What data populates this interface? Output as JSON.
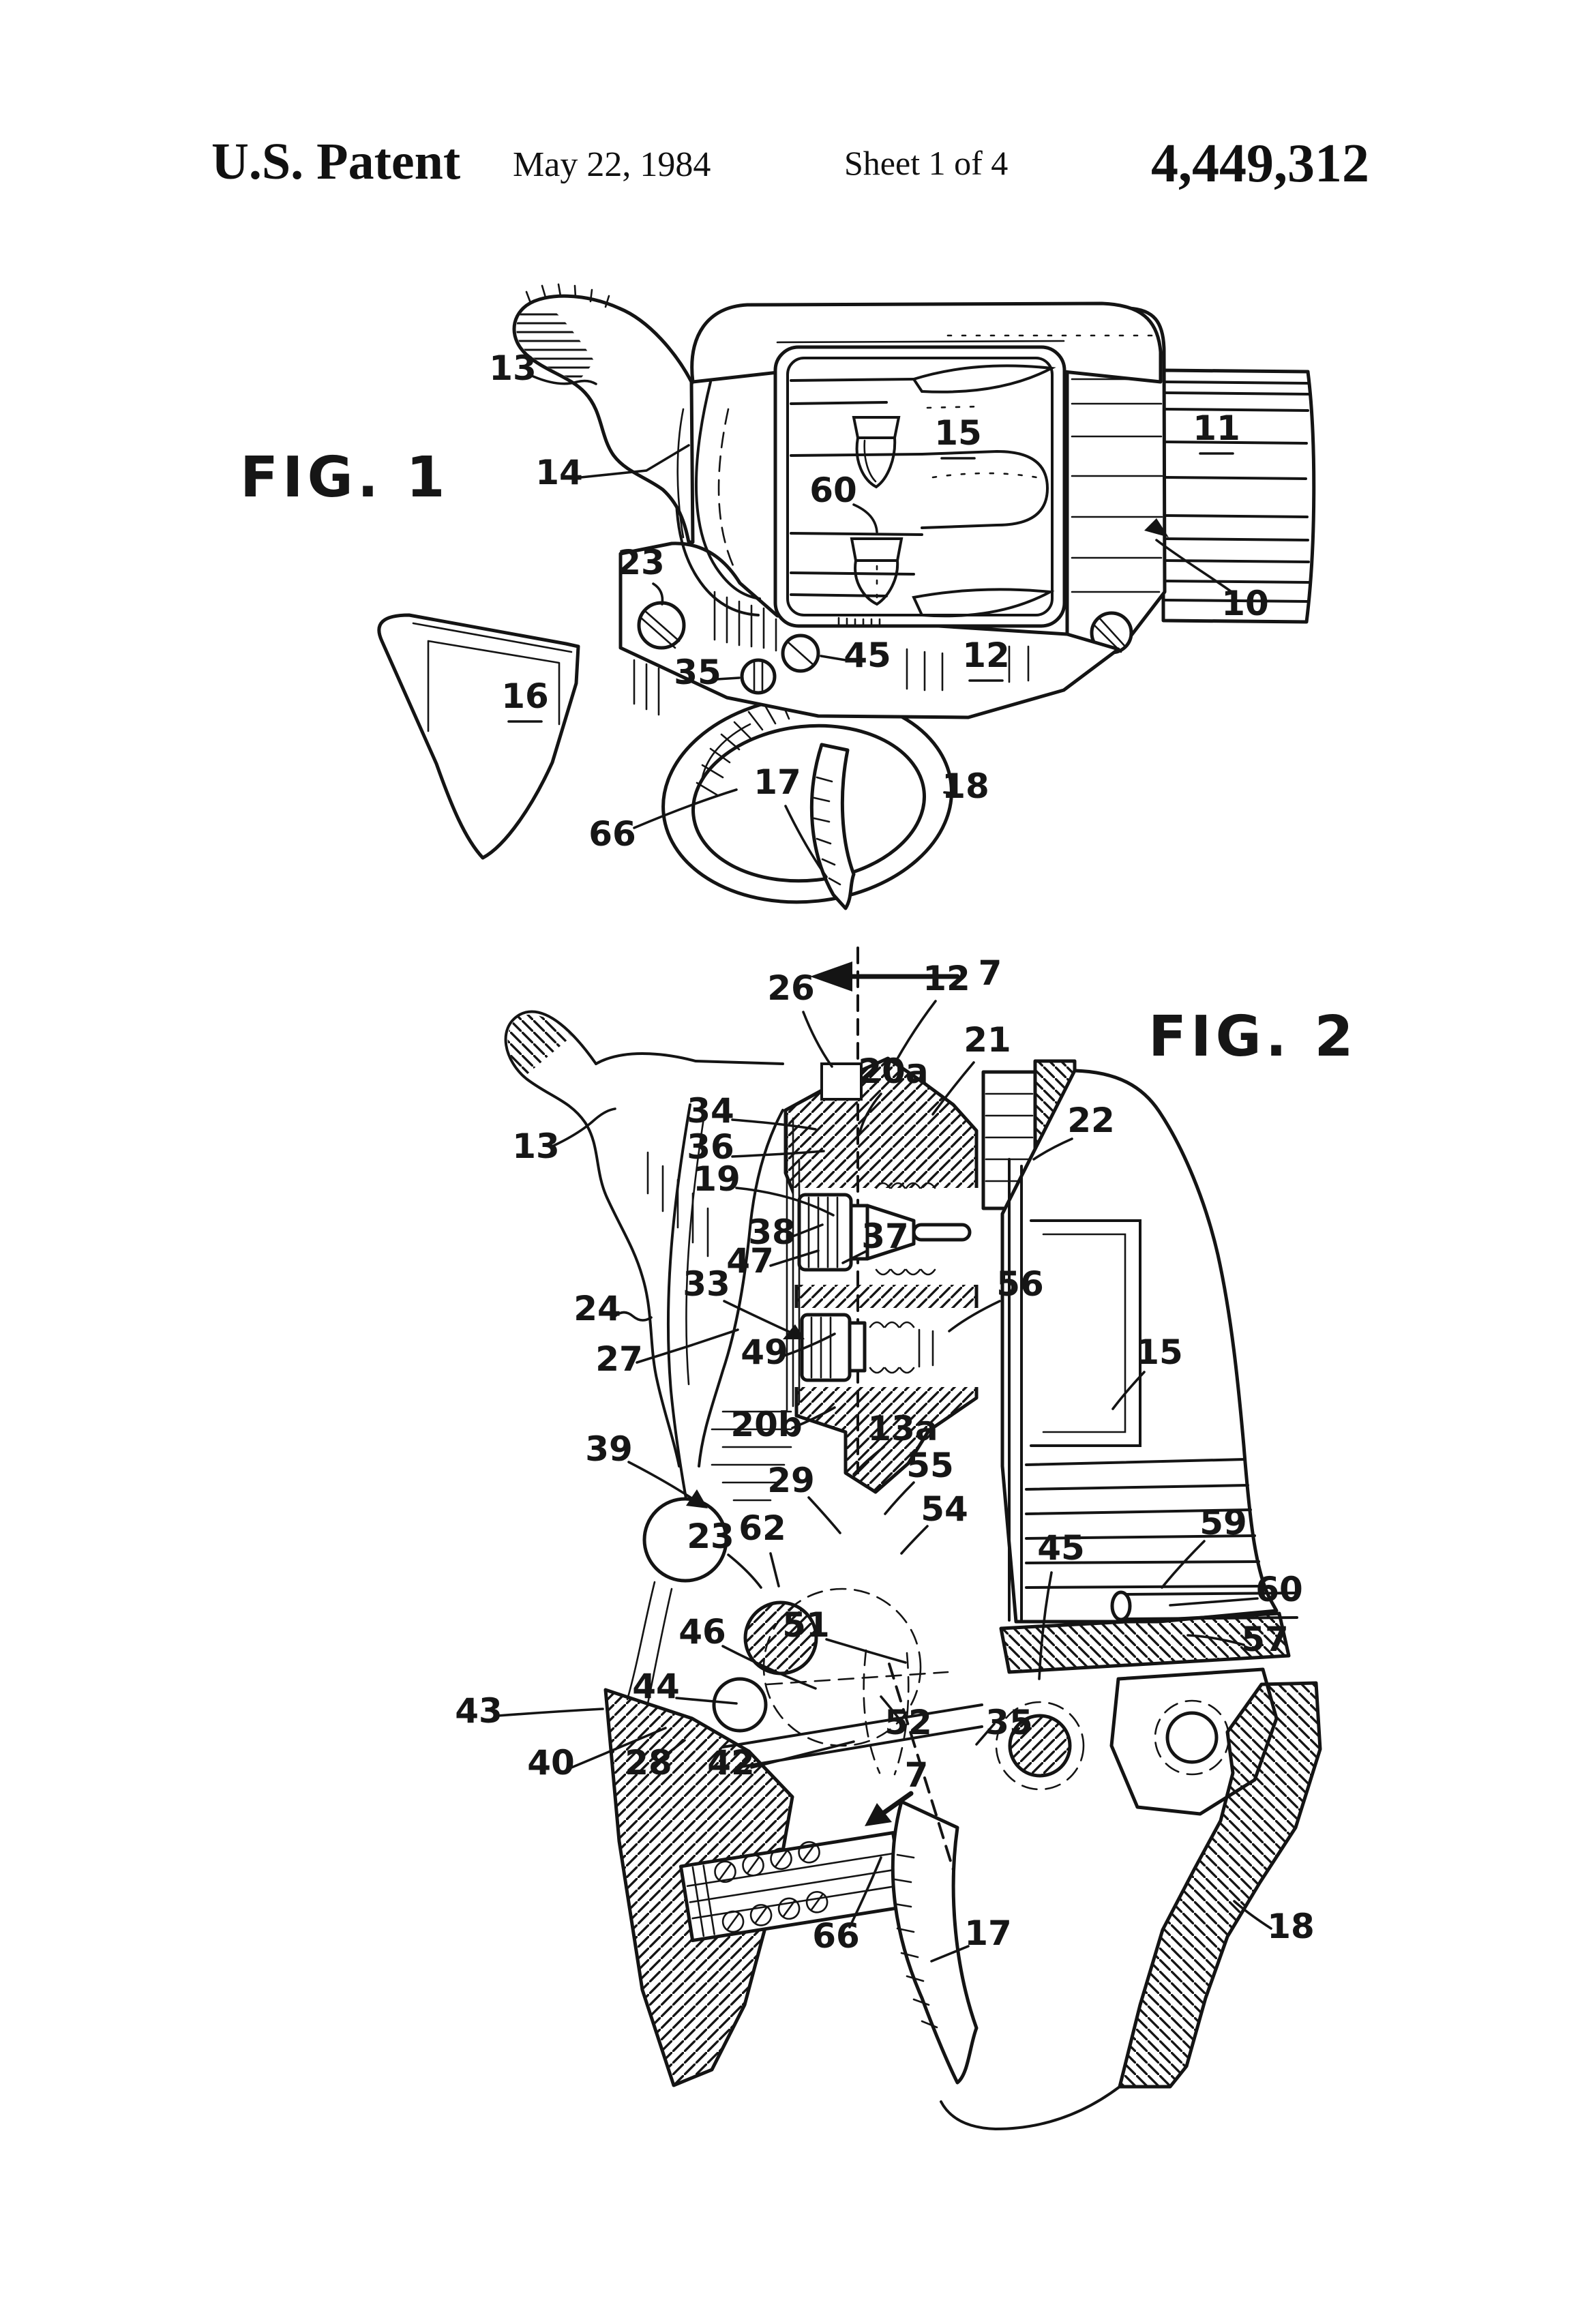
{
  "page": {
    "paper_color": "#ffffff",
    "ink_color": "#141414",
    "kind": "patent drawing sheet"
  },
  "header": {
    "title": "U.S. Patent",
    "date": "May 22, 1984",
    "sheet": "Sheet 1 of 4",
    "patent_number": "4,449,312"
  },
  "figures": [
    {
      "caption": "FIG. 1",
      "labels": [
        {
          "t": "13"
        },
        {
          "t": "14"
        },
        {
          "t": "15"
        },
        {
          "t": "60"
        },
        {
          "t": "11"
        },
        {
          "t": "23"
        },
        {
          "t": "10"
        },
        {
          "t": "45"
        },
        {
          "t": "35"
        },
        {
          "t": "16"
        },
        {
          "t": "12"
        },
        {
          "t": "17"
        },
        {
          "t": "18"
        },
        {
          "t": "66"
        }
      ]
    },
    {
      "caption": "FIG. 2",
      "labels": [
        {
          "t": "7"
        },
        {
          "t": "26"
        },
        {
          "t": "12"
        },
        {
          "t": "21"
        },
        {
          "t": "20a"
        },
        {
          "t": "34"
        },
        {
          "t": "36"
        },
        {
          "t": "19"
        },
        {
          "t": "22"
        },
        {
          "t": "13"
        },
        {
          "t": "38"
        },
        {
          "t": "47"
        },
        {
          "t": "37"
        },
        {
          "t": "24"
        },
        {
          "t": "33"
        },
        {
          "t": "27"
        },
        {
          "t": "49"
        },
        {
          "t": "56"
        },
        {
          "t": "15"
        },
        {
          "t": "20b"
        },
        {
          "t": "13a"
        },
        {
          "t": "39"
        },
        {
          "t": "29"
        },
        {
          "t": "55"
        },
        {
          "t": "54"
        },
        {
          "t": "23"
        },
        {
          "t": "62"
        },
        {
          "t": "59"
        },
        {
          "t": "45"
        },
        {
          "t": "60"
        },
        {
          "t": "57"
        },
        {
          "t": "46"
        },
        {
          "t": "51"
        },
        {
          "t": "44"
        },
        {
          "t": "43"
        },
        {
          "t": "52"
        },
        {
          "t": "35"
        },
        {
          "t": "40"
        },
        {
          "t": "28"
        },
        {
          "t": "42"
        },
        {
          "t": "7"
        },
        {
          "t": "66"
        },
        {
          "t": "17"
        },
        {
          "t": "18"
        }
      ]
    }
  ]
}
